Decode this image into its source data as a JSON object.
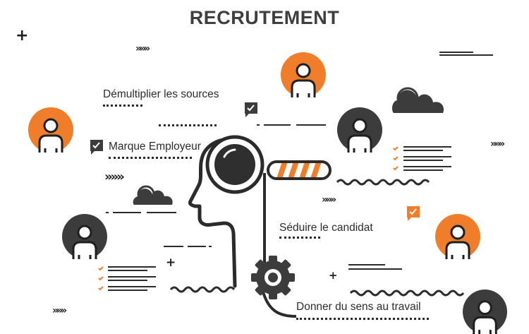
{
  "title": "RECRUTEMENT",
  "labels": {
    "sources": "Démultiplier les sources",
    "marque": "Marque Employeur",
    "seduire": "Séduire le candidat",
    "sens": "Donner du sens au travail"
  },
  "colors": {
    "orange": "#ef7d2a",
    "dark": "#3c3c3c",
    "line": "#2b2b2b",
    "white": "#ffffff"
  },
  "icons": {
    "avatar": "person-avatar-icon",
    "head": "head-profile-icon",
    "magnifier": "magnifying-glass-icon",
    "gear": "gear-icon",
    "cloud": "cloud-icon",
    "chat": "chat-check-icon",
    "checklist": "checklist-icon"
  },
  "decor": {
    "plus": "+",
    "arrows": "»»»"
  }
}
